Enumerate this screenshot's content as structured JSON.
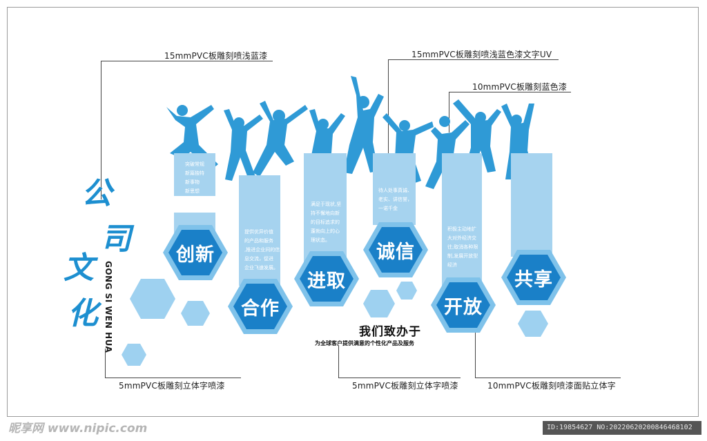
{
  "callouts": {
    "top_left": "15mmPVC板雕刻喷浅蓝漆",
    "top_center": "15mmPVC板雕刻喷浅蓝色漆文字UV",
    "top_right": "10mmPVC板雕刻蓝色漆",
    "bottom_left": "5mmPVC板雕刻立体字喷漆",
    "bottom_center": "5mmPVC板雕刻立体字喷漆",
    "bottom_right": "10mmPVC板雕刻喷漆面贴立体字"
  },
  "title": {
    "chars": [
      "公",
      "司",
      "文",
      "化"
    ],
    "pinyin": "GONG SI WEN HUA"
  },
  "columns": [
    {
      "text": "突破常规\n新篇独特\n新事物\n新思想"
    },
    {
      "text": "提供优异价值\n的产品和服务\n,推进企业间的信\n息交流，促进\n企业飞速发展。"
    },
    {
      "text": "满足于现状,坚\n持不懈地向新\n的目标追求的\n蓬勃向上的心\n理状态。"
    },
    {
      "text": "待人处事真诚、\n老实、讲信誉，\n一诺千金"
    },
    {
      "text": "积极主动地扩\n大对外经济交\n往;取消各种限\n制,发展开放型\n经济"
    },
    {
      "text": ""
    }
  ],
  "values": [
    "创新",
    "合作",
    "进取",
    "诚信",
    "开放",
    "共享"
  ],
  "slogan": {
    "main": "我们致办于",
    "sub": "为全球客户提供满意的个性化产品及服务"
  },
  "colors": {
    "hex_dark": "#1a80c8",
    "hex_ring": "#7fc2ea",
    "column": "#a6d3ef",
    "silhouette": "#2f9ad6",
    "deco": "#9ed1f0",
    "title": "#1d8fd0"
  },
  "watermark": {
    "left": "昵享网 www.nipic.com",
    "right": "ID:19854627 NO:20220620200846468102"
  }
}
